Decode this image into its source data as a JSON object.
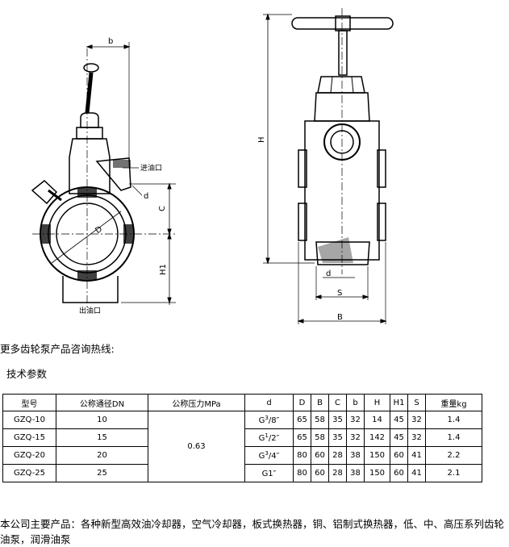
{
  "drawing": {
    "labels": {
      "b": "b",
      "inlet": "进油口",
      "d_left": "d",
      "C": "C",
      "D": "D",
      "H1": "H1",
      "outlet": "出油口",
      "H": "H",
      "d_right": "d",
      "S": "S",
      "B": "B"
    }
  },
  "text": {
    "hotline": "更多齿轮泵产品咨询热线:",
    "tech_params": "技术参数"
  },
  "table": {
    "headers": [
      "型号",
      "公称通径DN",
      "公称压力MPa",
      "d",
      "D",
      "B",
      "C",
      "b",
      "H",
      "H1",
      "S",
      "重量kg"
    ],
    "pressure": "0.63",
    "rows": [
      {
        "model": "GZQ-10",
        "dn": "10",
        "d_base": "G",
        "d_sup": "3",
        "d_rest": "/8″",
        "D": "65",
        "B": "58",
        "C": "35",
        "b": "32",
        "H": "14",
        "H1": "45",
        "S": "32",
        "weight": "1.4"
      },
      {
        "model": "GZQ-15",
        "dn": "15",
        "d_base": "G",
        "d_sup": "1",
        "d_rest": "/2″",
        "D": "65",
        "B": "58",
        "C": "35",
        "b": "32",
        "H": "142",
        "H1": "45",
        "S": "32",
        "weight": "1.4"
      },
      {
        "model": "GZQ-20",
        "dn": "20",
        "d_base": "G",
        "d_sup": "3",
        "d_rest": "/4″",
        "D": "80",
        "B": "60",
        "C": "28",
        "b": "38",
        "H": "150",
        "H1": "60",
        "S": "41",
        "weight": "2.2"
      },
      {
        "model": "GZQ-25",
        "dn": "25",
        "d_base": "G1″",
        "d_sup": "",
        "d_rest": "",
        "D": "80",
        "B": "60",
        "C": "28",
        "b": "38",
        "H": "150",
        "H1": "60",
        "S": "41",
        "weight": "2.1"
      }
    ]
  },
  "footer": "本公司主要产品：各种新型高效油冷却器，空气冷却器，板式换热器，铜、铝制式换热器，低、中、高压系列齿轮油泵，润滑油泵"
}
